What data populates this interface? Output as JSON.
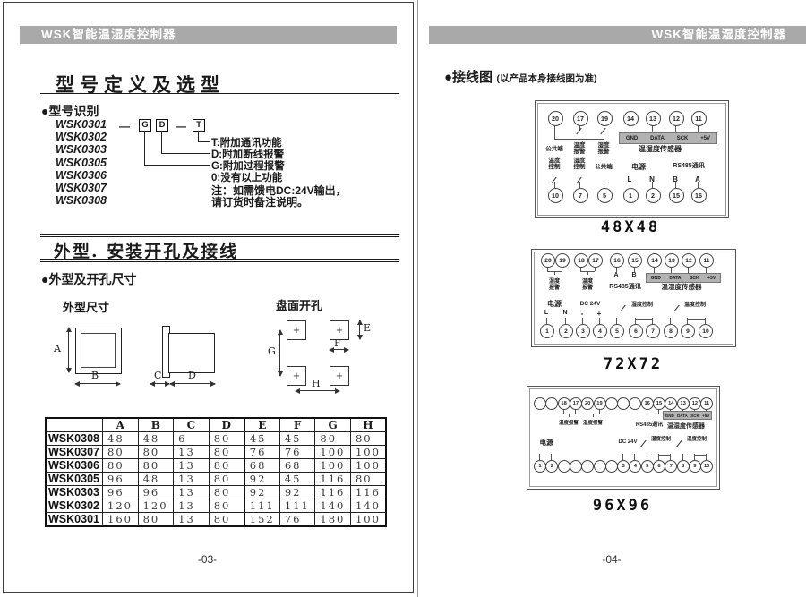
{
  "page_left": {
    "header_title": "WSK智能温湿度控制器",
    "section_model": {
      "title": "型号定义及选型",
      "subtitle": "●型号识别",
      "models": [
        "WSK0301",
        "WSK0302",
        "WSK0303",
        "WSK0305",
        "WSK0306",
        "WSK0307",
        "WSK0308"
      ],
      "code": {
        "dash1": "—",
        "box_g": "G",
        "box_d": "D",
        "dash2": "—",
        "box_t": "T"
      },
      "legend": [
        "T:附加通讯功能",
        "D:附加断线报警",
        "G:附加过程报警",
        "0:没有以上功能"
      ],
      "note_line1": "注：如需馈电DC:24V输出，",
      "note_line2": "请订货时备注说明。"
    },
    "section_outline": {
      "title": "外型. 安装开孔及接线",
      "subtitle": "●外型及开孔尺寸",
      "outline_label": "外型尺寸",
      "cutout_label": "盘面开孔",
      "cross": "+",
      "dim_a": "A",
      "dim_b": "B",
      "dim_c": "C",
      "dim_d": "D",
      "dim_e": "E",
      "dim_f": "F",
      "dim_g": "G",
      "dim_h": "H"
    },
    "table": {
      "headers": [
        "",
        "A",
        "B",
        "C",
        "D",
        "E",
        "F",
        "G",
        "H"
      ],
      "rows": [
        [
          "WSK0308",
          "48",
          "48",
          "6",
          "80",
          "45",
          "45",
          "80",
          "80"
        ],
        [
          "WSK0307",
          "80",
          "80",
          "13",
          "80",
          "76",
          "76",
          "100",
          "100"
        ],
        [
          "WSK0306",
          "80",
          "80",
          "13",
          "80",
          "68",
          "68",
          "100",
          "100"
        ],
        [
          "WSK0305",
          "96",
          "48",
          "13",
          "80",
          "92",
          "45",
          "116",
          "80"
        ],
        [
          "WSK0303",
          "96",
          "96",
          "13",
          "80",
          "92",
          "92",
          "116",
          "116"
        ],
        [
          "WSK0302",
          "120",
          "120",
          "13",
          "80",
          "111",
          "111",
          "140",
          "140"
        ],
        [
          "WSK0301",
          "160",
          "80",
          "13",
          "80",
          "152",
          "76",
          "180",
          "100"
        ]
      ]
    },
    "page_number": "-03-"
  },
  "page_right": {
    "header_title": "WSK智能温湿度控制器",
    "wiring_title": "●接线图",
    "wiring_note": "(以产品本身接线图为准)",
    "diagrams": [
      {
        "caption": "48X48",
        "top_terminals": [
          "20",
          "17",
          "19",
          "14",
          "13",
          "12",
          "11"
        ],
        "bottom_terminals": [
          "10",
          "7",
          "5",
          "1",
          "2",
          "15",
          "16"
        ],
        "sensor_bar": [
          "GND",
          "DATA",
          "SCK",
          "+5V"
        ],
        "sensor_name": "温湿度传感器",
        "labels": [
          "公共端",
          "温度报警",
          "湿度报警",
          "温度控制",
          "湿度控制",
          "公共端",
          "电源",
          "RS485通讯",
          "L",
          "N",
          "B",
          "A"
        ]
      },
      {
        "caption": "72X72",
        "top_terminals": [
          "20",
          "19",
          "18",
          "17",
          "16",
          "15",
          "14",
          "13",
          "12",
          "11"
        ],
        "bottom_terminals": [
          "1",
          "2",
          "3",
          "4",
          "5",
          "6",
          "7",
          "8",
          "9",
          "10"
        ],
        "sensor_bar": [
          "GND",
          "DATA",
          "SCK",
          "+5V"
        ],
        "sensor_name": "温湿度传感器",
        "labels": [
          "湿度报警",
          "温度报警",
          "A",
          "B",
          "RS485通讯",
          "电源",
          "L",
          "N",
          "DC 24V",
          "-",
          "+",
          "湿度控制",
          "温度控制"
        ]
      },
      {
        "caption": "96X96",
        "top_terminals": [
          "",
          "",
          "18",
          "17",
          "20",
          "19",
          "",
          "",
          "",
          "16",
          "15",
          "14",
          "13",
          "12",
          "11"
        ],
        "bottom_terminals": [
          "1",
          "2",
          "",
          "",
          "",
          "",
          "",
          "3",
          "4",
          "5",
          "6",
          "7",
          "8",
          "9",
          "10"
        ],
        "sensor_bar": [
          "GND",
          "DATA",
          "SCK",
          "+5V"
        ],
        "sensor_name": "温湿度传感器",
        "labels": [
          "温度报警",
          "湿度报警",
          "RS485通讯",
          "电源",
          "DC 24V",
          "湿度控制",
          "温度控制"
        ]
      }
    ],
    "page_number": "-04-"
  }
}
